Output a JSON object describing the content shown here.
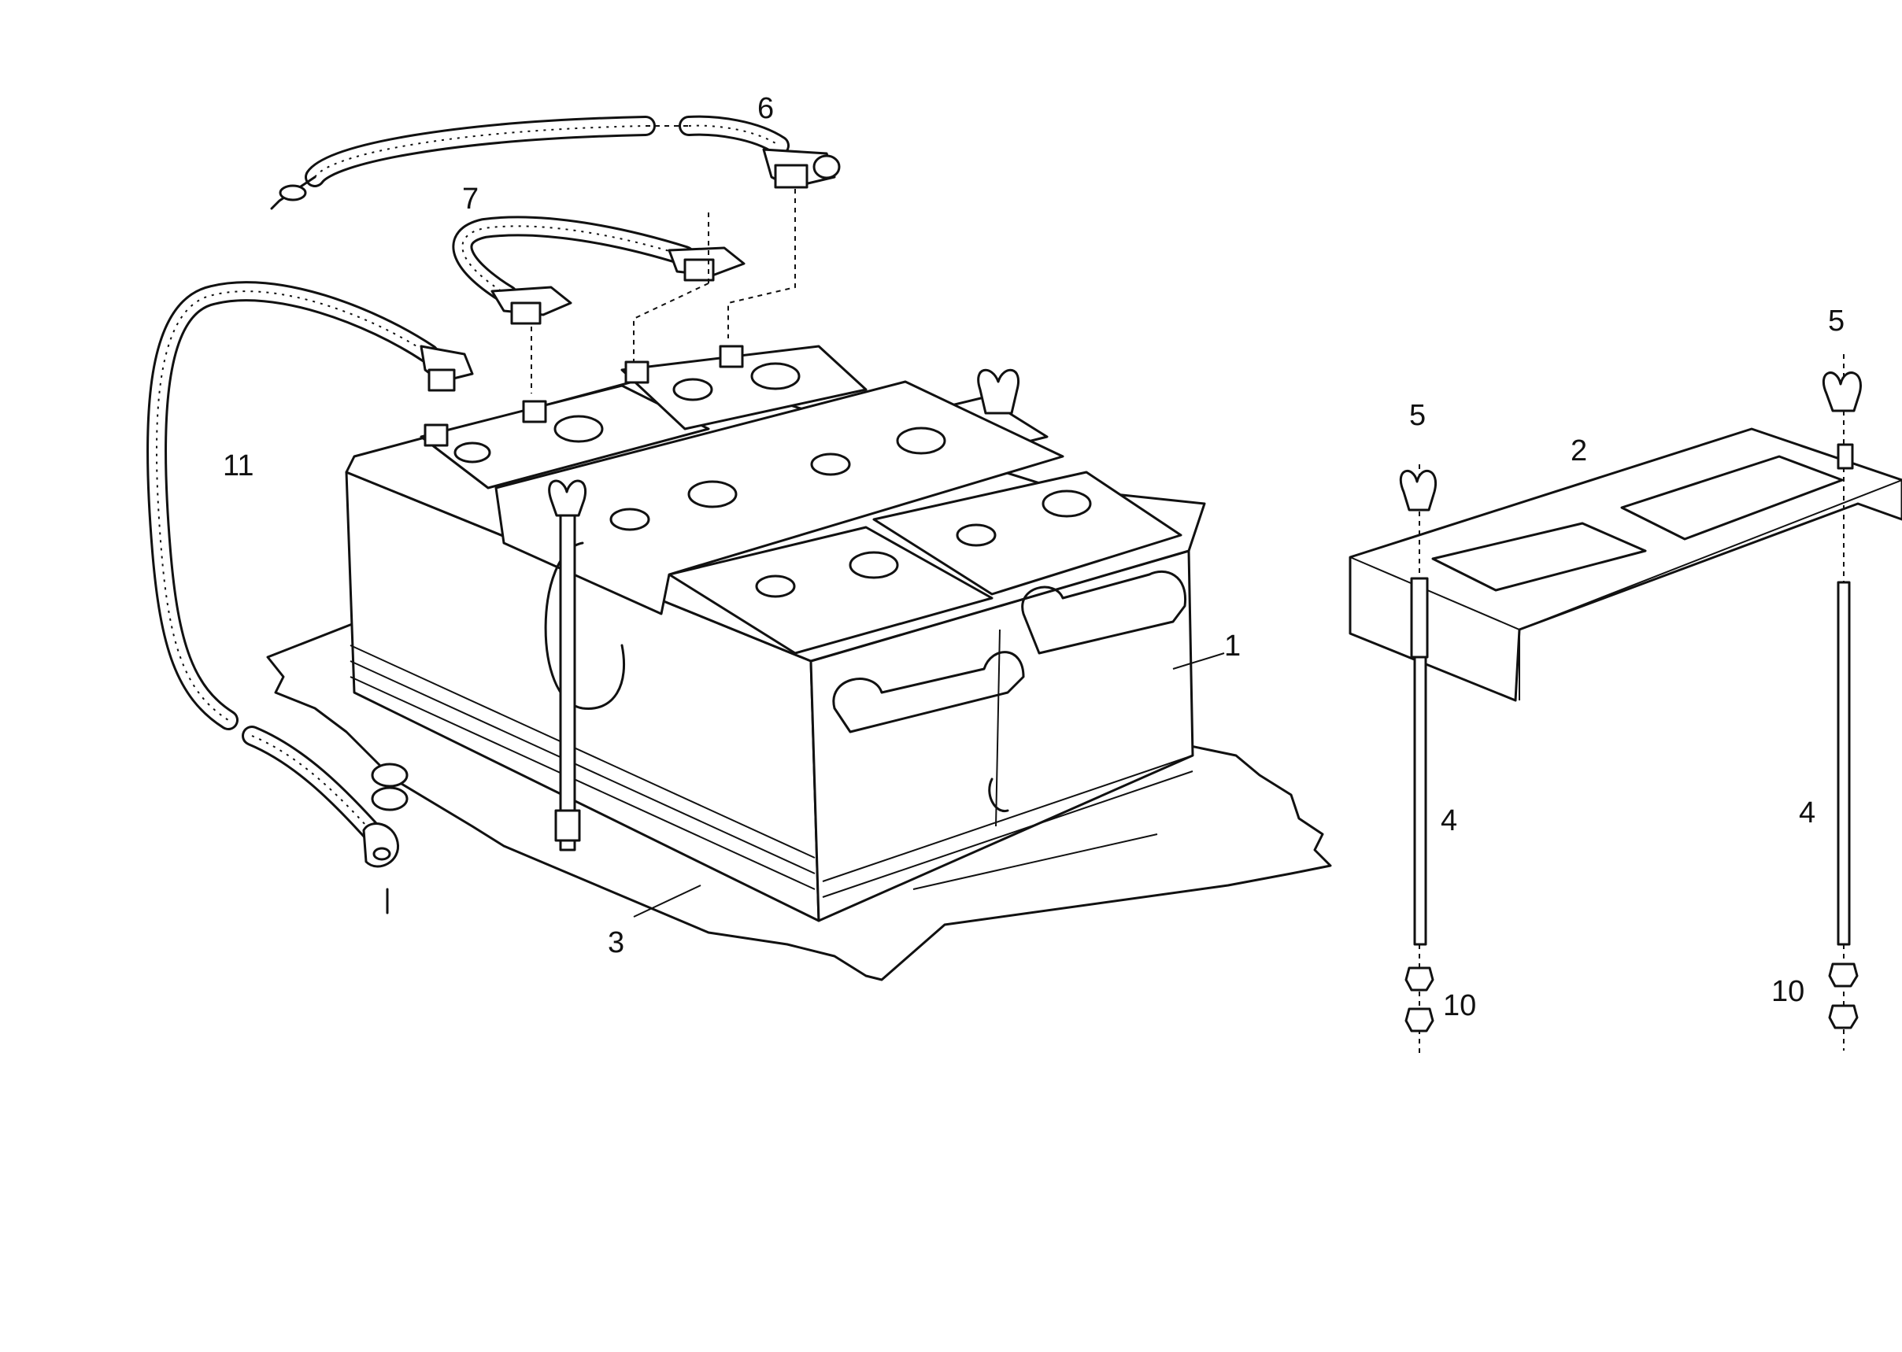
{
  "diagram": {
    "callouts": [
      {
        "id": "battery",
        "text": "1"
      },
      {
        "id": "clamp-plate",
        "text": "2"
      },
      {
        "id": "battery-tray",
        "text": "3"
      },
      {
        "id": "rod-left",
        "text": "4"
      },
      {
        "id": "rod-right",
        "text": "4"
      },
      {
        "id": "wing-nut-left",
        "text": "5"
      },
      {
        "id": "wing-nut-right",
        "text": "5"
      },
      {
        "id": "positive-cable",
        "text": "6"
      },
      {
        "id": "link-cable",
        "text": "7"
      },
      {
        "id": "nuts-left",
        "text": "10"
      },
      {
        "id": "nuts-right",
        "text": "10"
      },
      {
        "id": "earth-strap",
        "text": "11"
      }
    ]
  }
}
